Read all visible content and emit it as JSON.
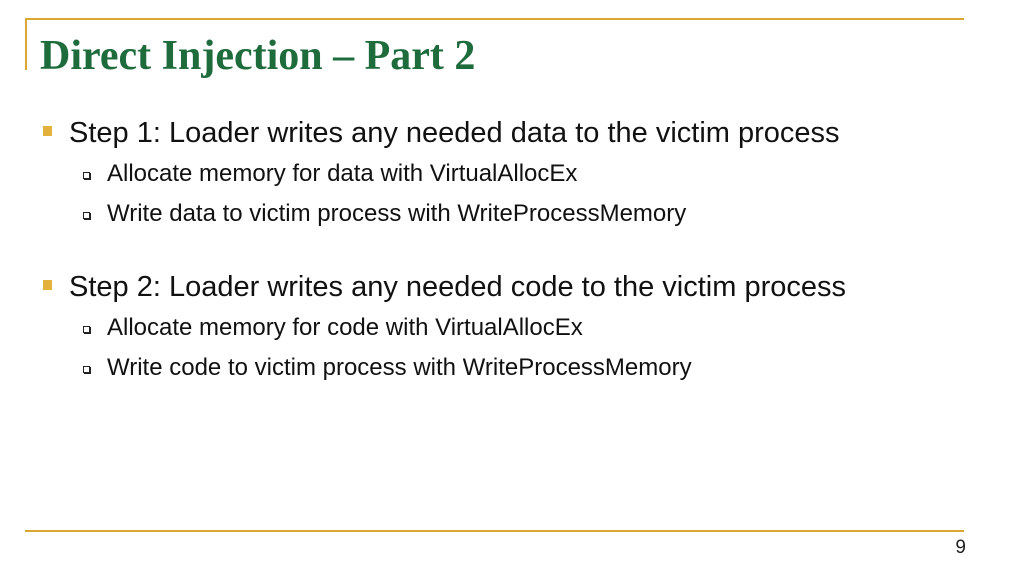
{
  "slide": {
    "title": "Direct Injection – Part 2",
    "page_number": "9",
    "bullets": [
      {
        "text": "Step 1: Loader writes any needed data to the victim process",
        "sub": [
          "Allocate memory for data with VirtualAllocEx",
          "Write data to victim process with WriteProcessMemory"
        ]
      },
      {
        "text": "Step 2: Loader writes any needed code to the victim process",
        "sub": [
          "Allocate memory for code with VirtualAllocEx",
          "Write code to victim process with WriteProcessMemory"
        ]
      }
    ]
  },
  "colors": {
    "title": "#1e6b3c",
    "accent_rule": "#d9a834",
    "bullet_square": "#e3b23c",
    "text": "#111111",
    "background": "#ffffff"
  },
  "icons": {
    "level1_bullet": "filled-square-icon",
    "level2_bullet": "hollow-square-icon"
  }
}
